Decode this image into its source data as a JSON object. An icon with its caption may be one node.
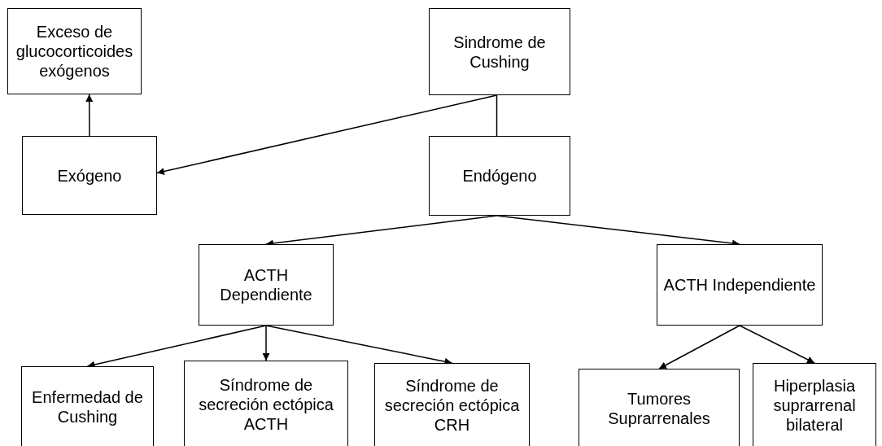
{
  "diagram": {
    "nodes": [
      {
        "text": [
          "Sindrome de Cushing"
        ]
      },
      {
        "text": [
          "Exceso de glucocorticoides exógenos"
        ]
      },
      {
        "text": [
          "Exógeno"
        ]
      },
      {
        "text": [
          "Endógeno"
        ]
      },
      {
        "text": [
          "ACTH Dependiente"
        ]
      },
      {
        "text": [
          "ACTH Independiente"
        ]
      },
      {
        "text": [
          "Enfermedad de Cushing"
        ]
      },
      {
        "text": [
          "Síndrome de secreción ectópica ACTH"
        ]
      },
      {
        "text": [
          "Síndrome de secreción ectópica CRH"
        ]
      },
      {
        "text": [
          "Tumores Suprarrenales"
        ]
      },
      {
        "text": [
          "Hiperplasia suprarrenal bilateral"
        ]
      }
    ],
    "edges": [
      {
        "from": 0,
        "to": 2,
        "arrow": "to"
      },
      {
        "from": 0,
        "to": 3,
        "arrow": "none"
      },
      {
        "from": 2,
        "to": 1,
        "arrow": "to"
      },
      {
        "from": 3,
        "to": 4,
        "arrow": "to"
      },
      {
        "from": 3,
        "to": 5,
        "arrow": "to"
      },
      {
        "from": 4,
        "to": 6,
        "arrow": "to"
      },
      {
        "from": 4,
        "to": 7,
        "arrow": "to"
      },
      {
        "from": 4,
        "to": 8,
        "arrow": "to"
      },
      {
        "from": 5,
        "to": 9,
        "arrow": "to"
      },
      {
        "from": 5,
        "to": 10,
        "arrow": "to"
      }
    ]
  }
}
